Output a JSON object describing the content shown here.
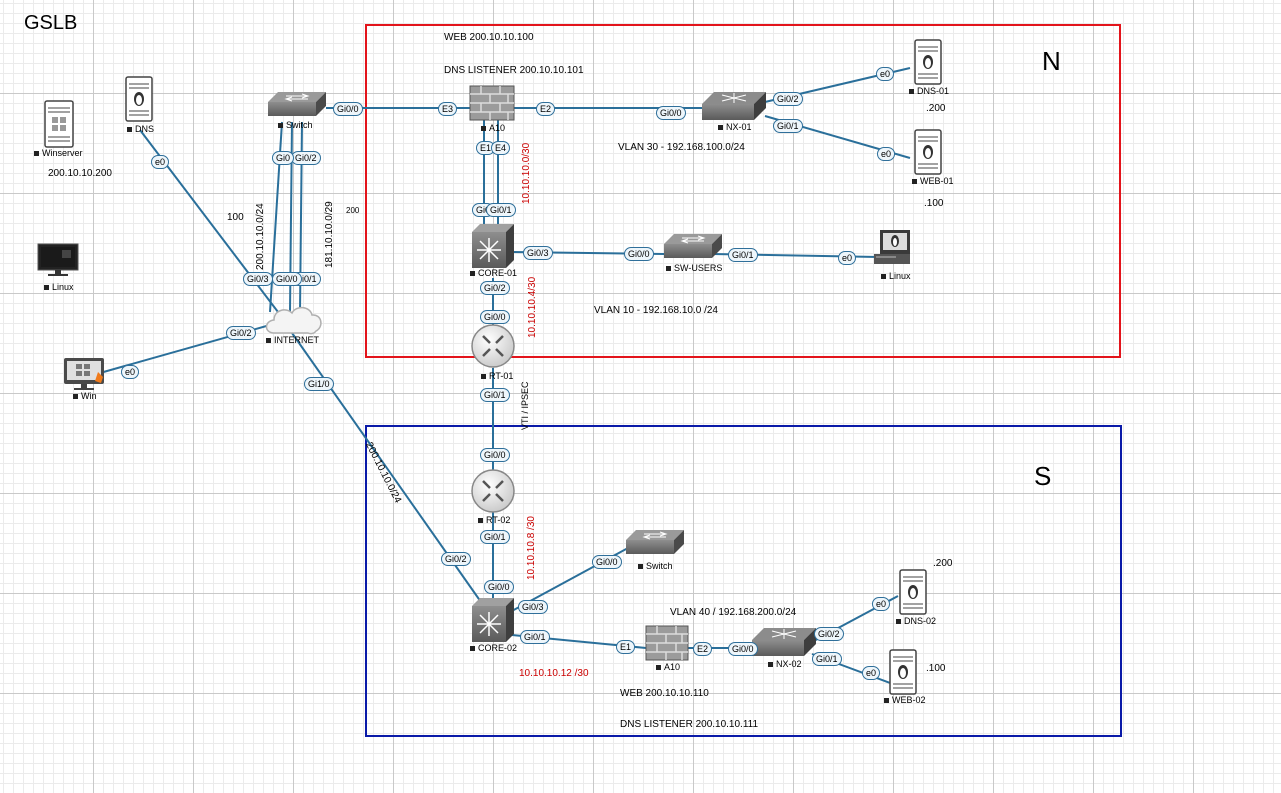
{
  "title": "GSLB",
  "regions": {
    "north": {
      "label": "N",
      "color": "#e3141b",
      "notes": {
        "web": "WEB 200.10.10.100",
        "dns_listener": "DNS LISTENER 200.10.10.101"
      }
    },
    "south": {
      "label": "S",
      "color": "#0a1aa8",
      "notes": {
        "web": "WEB 200.10.10.110",
        "dns_listener": "DNS LISTENER 200.10.10.111"
      }
    }
  },
  "nodes": {
    "winserver": {
      "label": "Winserver",
      "icon": "windows-server-icon"
    },
    "dns": {
      "label": "DNS",
      "icon": "linux-server-icon"
    },
    "switch_top": {
      "label": "Switch",
      "icon": "switch-icon"
    },
    "linux_left": {
      "label": "Linux",
      "icon": "monitor-icon"
    },
    "internet": {
      "label": "INTERNET",
      "icon": "cloud-icon"
    },
    "win": {
      "label": "Win",
      "icon": "windows-pc-icon"
    },
    "a10_n": {
      "label": "A10",
      "icon": "firewall-icon"
    },
    "nx01": {
      "label": "NX-01",
      "icon": "nexus-switch-icon"
    },
    "dns01": {
      "label": "DNS-01",
      "icon": "linux-server-icon"
    },
    "web01": {
      "label": "WEB-01",
      "icon": "linux-server-icon"
    },
    "core01": {
      "label": "CORE-01",
      "icon": "l3-switch-icon"
    },
    "swusers": {
      "label": "SW-USERS",
      "icon": "switch-icon"
    },
    "linux_n": {
      "label": "Linux",
      "icon": "linux-pc-icon"
    },
    "rt01": {
      "label": "RT-01",
      "icon": "router-icon"
    },
    "rt02": {
      "label": "RT-02",
      "icon": "router-icon"
    },
    "switch_s": {
      "label": "Switch",
      "icon": "switch-icon"
    },
    "core02": {
      "label": "CORE-02",
      "icon": "l3-switch-icon"
    },
    "a10_s": {
      "label": "A10",
      "icon": "firewall-icon"
    },
    "nx02": {
      "label": "NX-02",
      "icon": "nexus-switch-icon"
    },
    "dns02": {
      "label": "DNS-02",
      "icon": "linux-server-icon"
    },
    "web02": {
      "label": "WEB-02",
      "icon": "linux-server-icon"
    }
  },
  "ports": {
    "p1": "e0",
    "p2": "Gi0/3",
    "p3": "Gi0/0",
    "p4": "Gi0/2",
    "p5": "Gi0",
    "p6": "Gi0/1",
    "p7": "Gi0/0",
    "p8": "E3",
    "p9": "Gi0/2",
    "p10": "e0",
    "p11": "Gi1/0",
    "p12": "E2",
    "p13": "Gi0/0",
    "p14": "Gi0/2",
    "p15": "e0",
    "p16": "Gi0/1",
    "p17": "e0",
    "p18": "E1",
    "p19": "E4",
    "p20": "Gi0",
    "p21": "Gi0/1",
    "p22": "Gi0/3",
    "p23": "Gi0/0",
    "p24": "Gi0/1",
    "p25": "e0",
    "p26": "Gi0/2",
    "p27": "Gi0/0",
    "p28": "Gi0/1",
    "p29": "Gi0/0",
    "p30": "Gi0/1",
    "p31": "Gi0/2",
    "p32": "Gi0/0",
    "p33": "Gi0/0",
    "p34": "Gi0/3",
    "p35": "Gi0/1",
    "p36": "E1",
    "p37": "E2",
    "p38": "Gi0/0",
    "p39": "Gi0/2",
    "p40": "e0",
    "p41": "Gi0/1",
    "p42": "e0"
  },
  "texts": {
    "ip_winserver": "200.10.10.200",
    "n100": "100",
    "n200": "200",
    "net_200": "200.10.10.0/24",
    "net_181": "181.10.10.0/29",
    "vlan30": "VLAN 30 - 192.168.100.0/24",
    "vlan10": "VLAN 10 - 192.168.10.0 /24",
    "vlan40": "VLAN 40 / 192.168.200.0/24",
    "dns01_ip": ".200",
    "web01_ip": ".100",
    "dns02_ip": ".200",
    "web02_ip": ".100",
    "net_a10n": "10.10.10.0/30",
    "net_rt01": "10.10.10.4/30",
    "net_rt02": "10.10.10.8 /30",
    "net_a10s": "10.10.10.12 /30",
    "vti": "VTI / IPSEC",
    "net_diag": "200.10.10.0/24"
  }
}
